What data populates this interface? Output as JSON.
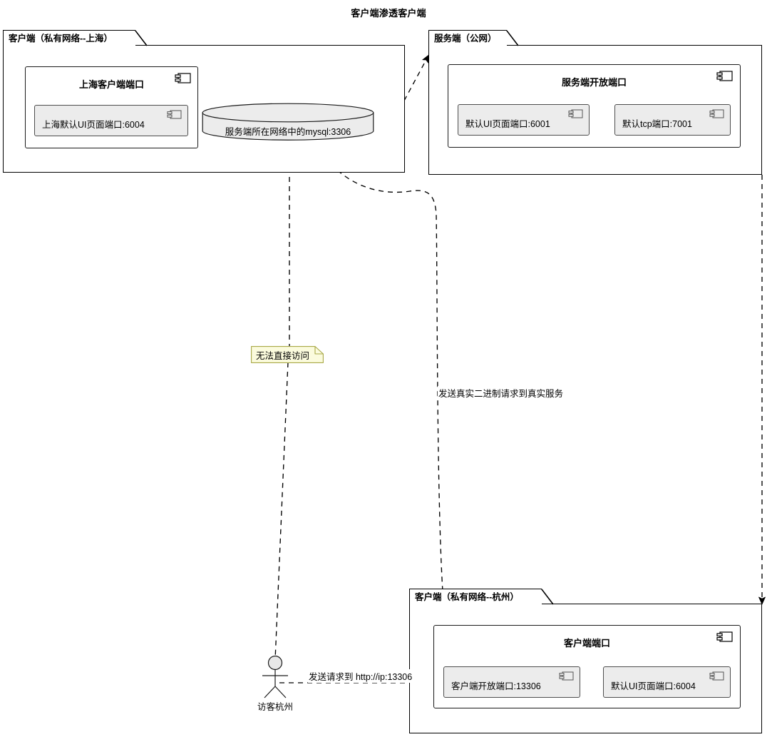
{
  "diagram": {
    "title": "客户端渗透客户端",
    "type": "uml-deployment-diagram",
    "colors": {
      "background": "#ffffff",
      "stroke": "#000000",
      "artifact_fill": "#ececec",
      "note_fill": "#fbfbdd",
      "note_border": "#a9a948",
      "db_fill": "#ececec"
    }
  },
  "packages": [
    {
      "id": "client-shanghai",
      "label": "客户端（私有网络--上海）",
      "node": {
        "id": "shanghai-client-port",
        "title": "上海客户端端口",
        "icon": "component-icon",
        "artifacts": [
          {
            "id": "shanghai-ui-port",
            "label": "上海默认UI页面端口:6004",
            "icon": "component-icon"
          }
        ]
      },
      "database": {
        "id": "server-network-mysql",
        "label": "服务端所在网络中的mysql:3306",
        "icon": "database-icon"
      }
    },
    {
      "id": "server-public",
      "label": "服务端（公网）",
      "node": {
        "id": "server-open-ports",
        "title": "服务端开放端口",
        "icon": "component-icon",
        "artifacts": [
          {
            "id": "server-ui-port",
            "label": "默认UI页面端口:6001",
            "icon": "component-icon"
          },
          {
            "id": "server-tcp-port",
            "label": "默认tcp端口:7001",
            "icon": "component-icon"
          }
        ]
      }
    },
    {
      "id": "client-hangzhou",
      "label": "客户端（私有网络--杭州）",
      "node": {
        "id": "client-ports",
        "title": "客户端端口",
        "icon": "component-icon",
        "artifacts": [
          {
            "id": "client-open-port",
            "label": "客户端开放端口:13306",
            "icon": "component-icon"
          },
          {
            "id": "client-ui-port",
            "label": "默认UI页面端口:6004",
            "icon": "component-icon"
          }
        ]
      }
    }
  ],
  "actor": {
    "id": "visitor-hangzhou",
    "label": "访客杭州",
    "icon": "actor-stickman-icon"
  },
  "note": {
    "id": "cannot-access-note",
    "label": "无法直接访问",
    "icon": "note-folded-corner-icon"
  },
  "edges": [
    {
      "id": "edge-visitor-to-client-open-port",
      "label": "发送请求到 http://ip:13306",
      "style": "dashed",
      "arrow": "open"
    },
    {
      "id": "edge-server-to-real-service",
      "label": "发送真实二进制请求到真实服务",
      "style": "dashed",
      "arrow": "open"
    },
    {
      "id": "edge-shanghai-to-server",
      "label": "",
      "style": "dashed",
      "arrow": "open"
    },
    {
      "id": "edge-hangzhou-to-mysql",
      "label": "",
      "style": "dashed",
      "arrow": "open"
    },
    {
      "id": "edge-server-to-hangzhou",
      "label": "",
      "style": "dashed",
      "arrow": "open"
    },
    {
      "id": "edge-mysql-to-visitor",
      "label": "",
      "style": "dashed",
      "arrow": "none"
    }
  ]
}
